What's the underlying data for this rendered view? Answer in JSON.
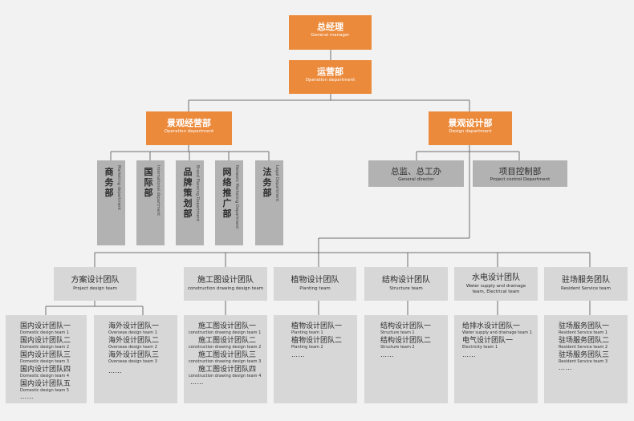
{
  "gm": {
    "zh": "总经理",
    "en": "General manager"
  },
  "ops": {
    "zh": "运营部",
    "en": "Operation department"
  },
  "ops_left": {
    "zh": "景观经营部",
    "en": "Operation department"
  },
  "design": {
    "zh": "景观设计部",
    "en": "Design department"
  },
  "ops_subs": [
    {
      "zh": "商务部",
      "en": "Marketing department"
    },
    {
      "zh": "国际部",
      "en": "International department"
    },
    {
      "zh": "品牌策划部",
      "en": "Brand Planning Department"
    },
    {
      "zh": "网络推广部",
      "en": "Network Marketing Department"
    },
    {
      "zh": "法务部",
      "en": "Legal Department"
    }
  ],
  "director": {
    "zh": "总监、总工办",
    "en": "General director"
  },
  "project_control": {
    "zh": "项目控制部",
    "en": "Project control Department"
  },
  "teams": [
    {
      "zh": "方案设计团队",
      "en": "Project design team"
    },
    {
      "zh": "施工图设计团队",
      "en": "construction drawing design team"
    },
    {
      "zh": "植物设计团队",
      "en": "Planting team"
    },
    {
      "zh": "结构设计团队",
      "en": "Structure team"
    },
    {
      "zh": "水电设计团队",
      "en": "Water supply and drainage team, Electrical team"
    },
    {
      "zh": "驻场服务团队",
      "en": "Resident Service team"
    }
  ],
  "sublists": {
    "domestic": [
      {
        "zh": "国内设计团队一",
        "en": "Domestic design team 1"
      },
      {
        "zh": "国内设计团队二",
        "en": "Domestic design team 2"
      },
      {
        "zh": "国内设计团队三",
        "en": "Domestic design team 3"
      },
      {
        "zh": "国内设计团队四",
        "en": "Domestic design team 4"
      },
      {
        "zh": "国内设计团队五",
        "en": "Domestic design team 5"
      }
    ],
    "overseas": [
      {
        "zh": "海外设计团队一",
        "en": "Overseas design team 1"
      },
      {
        "zh": "海外设计团队二",
        "en": "Overseas design team 2"
      },
      {
        "zh": "海外设计团队三",
        "en": "Overseas design team 3"
      }
    ],
    "construction": [
      {
        "zh": "施工图设计团队一",
        "en": "construction drawing design team 1"
      },
      {
        "zh": "施工图设计团队二",
        "en": "construction drawing design team 2"
      },
      {
        "zh": "施工图设计团队三",
        "en": "construction drawing design team 3"
      },
      {
        "zh": "施工图设计团队四",
        "en": "construction drawing design team 4"
      }
    ],
    "planting": [
      {
        "zh": "植物设计团队一",
        "en": "Planting team 1"
      },
      {
        "zh": "植物设计团队二",
        "en": "Planting team 2"
      }
    ],
    "structure": [
      {
        "zh": "结构设计团队一",
        "en": "Structure team 1"
      },
      {
        "zh": "结构设计团队二",
        "en": "Structure team 2"
      }
    ],
    "water_elec": [
      {
        "zh": "给排水设计团队一",
        "en": "Water supply and drainage team 1"
      },
      {
        "zh": "电气设计团队一",
        "en": "Electricity team 1"
      }
    ],
    "resident": [
      {
        "zh": "驻场服务团队一",
        "en": "Resident Service team 1"
      },
      {
        "zh": "驻场服务团队二",
        "en": "Resident Service team 2"
      },
      {
        "zh": "驻场服务团队三",
        "en": "Resident Service team 3"
      }
    ]
  },
  "ellipsis": "……"
}
